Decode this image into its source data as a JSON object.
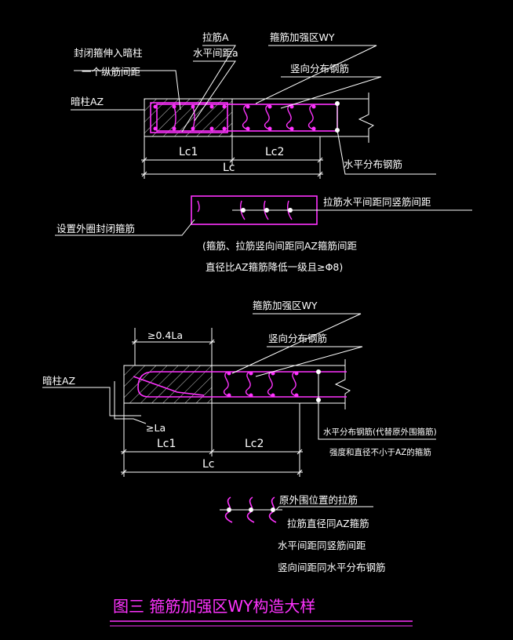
{
  "labels": {
    "tie_bar_a": "拉筋A",
    "stirrup_zone_top": "箍筋加强区WY",
    "closed_stirrup_line1": "封闭箍伸入暗柱",
    "horiz_spacing_a": "水平间距a",
    "closed_stirrup_line2": "一个纵筋间距",
    "vertical_bars_top": "竖向分布钢筋",
    "hidden_col_top": "暗柱AZ",
    "horiz_bars_top": "水平分布钢筋",
    "lc1_top": "Lc1",
    "lc2_top": "Lc2",
    "lc_top": "Lc",
    "tie_spacing_note": "拉筋水平间距同竖筋间距",
    "outer_stirrup_note": "设置外圈封闭箍筋",
    "note_line1": "(箍筋、拉筋竖向间距同AZ箍筋间距",
    "note_line2": "直径比AZ箍筋降低一级且≥Φ8)",
    "stirrup_zone_bottom": "箍筋加强区WY",
    "anchor_04la": "≥0.4La",
    "vertical_bars_bottom": "竖向分布钢筋",
    "hidden_col_bottom": "暗柱AZ",
    "anchor_la": "≥La",
    "horiz_bars_bottom_line1": "水平分布钢筋(代替原外围箍筋)",
    "horiz_bars_bottom_line2": "强度和直径不小于AZ的箍筋",
    "lc1_bottom": "Lc1",
    "lc2_bottom": "Lc2",
    "lc_bottom": "Lc",
    "tie_note_line1": "原外围位置的拉筋",
    "tie_note_line2": "拉筋直径同AZ箍筋",
    "tie_note_line3": "水平间距同竖筋间距",
    "tie_note_line4": "竖向间距同水平分布钢筋",
    "figure_title": "图三  箍筋加强区WY构造大样"
  },
  "colors": {
    "background": "#000000",
    "line": "#ffffff",
    "rebar": "#ff33ff"
  }
}
